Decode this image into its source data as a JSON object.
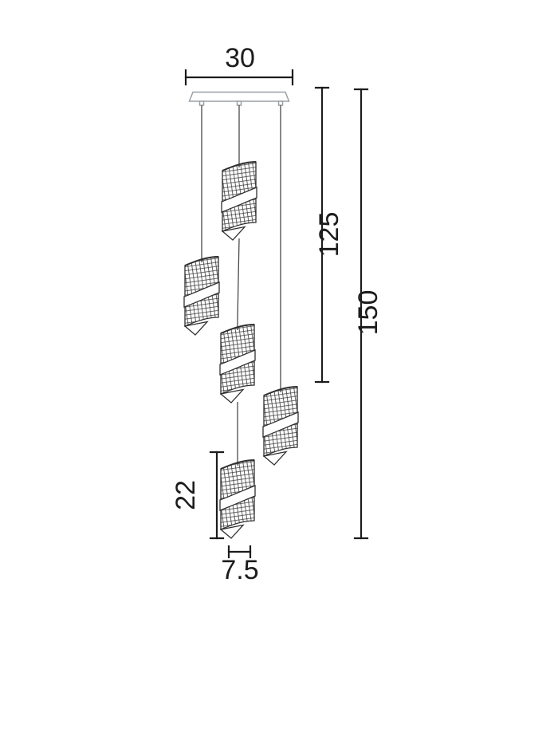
{
  "diagram": {
    "pendant_count": 5,
    "dimensions": {
      "canopy_width": "30",
      "cord_drop": "125",
      "total_drop": "150",
      "shade_height": "22",
      "shade_width": "7.5"
    },
    "colors": {
      "background": "#ffffff",
      "dimension_line": "#1c1c1c",
      "dimension_text": "#1c1c1c",
      "canopy_outline": "#9aa0a6",
      "cord": "#4a4a4a",
      "shade_outline": "#2f2f2f",
      "mesh_grid": "#3a3a3a"
    }
  }
}
